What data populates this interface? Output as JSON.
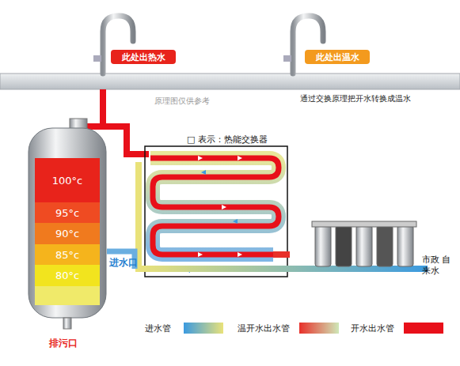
{
  "diagram": {
    "nodes": [
      {
        "text": [
          "此处出热水"
        ]
      },
      {
        "text": [
          "此处出温水"
        ]
      },
      {
        "text": [
          "□ 表示：热能交换器"
        ]
      },
      {
        "text": [
          "100°c"
        ]
      },
      {
        "text": [
          "95°c"
        ]
      },
      {
        "text": [
          "90°c"
        ]
      },
      {
        "text": [
          "85°c"
        ]
      },
      {
        "text": [
          "80°c"
        ]
      }
    ],
    "labels": [
      "原理图仅供参考",
      "通过交换原理把开水转换成温水",
      "进水口",
      "排污口",
      "市政 自来水"
    ],
    "legend": [
      {
        "text": "进水管",
        "color": "#3b9ae0"
      },
      {
        "text": "温开水出水管",
        "color": "#e8302a"
      },
      {
        "text": "开水出水管",
        "color": "#e8101a"
      }
    ]
  }
}
